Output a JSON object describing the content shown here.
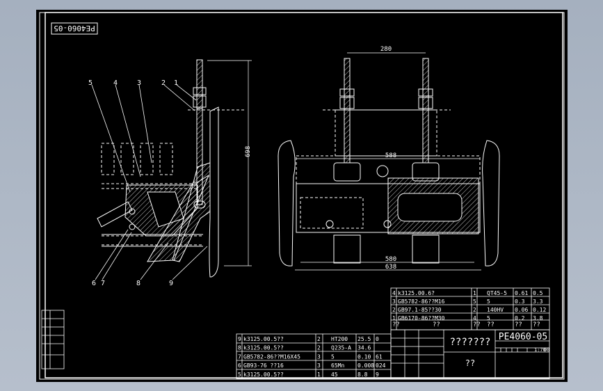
{
  "drawing": {
    "code_box": "PE4060-05",
    "title_code": "PE4060-05",
    "title_name": "???????",
    "sub_name": "??",
    "dims": {
      "d280": "280",
      "d588": "588",
      "d580": "580",
      "d638": "638",
      "d698": "698"
    },
    "balloons": [
      "5",
      "4",
      "3",
      "2",
      "1",
      "6",
      "7",
      "8",
      "9"
    ],
    "right_bom": [
      {
        "no": "4",
        "code": "k3125.00.6?",
        "qty": "1",
        "mat": "QT45-5",
        "w1": "0.61",
        "w2": "0.5"
      },
      {
        "no": "3",
        "code": "GB5782-86??M16",
        "qty": "5",
        "mat": "5",
        "w1": "0.3",
        "w2": "3.3"
      },
      {
        "no": "2",
        "code": "GB97.1-85??30",
        "qty": "2",
        "mat": "140HV",
        "w1": "0.06",
        "w2": "0.12"
      },
      {
        "no": "1",
        "code": "GB6170-86??M30",
        "qty": "4",
        "mat": "5",
        "w1": "0.2",
        "w2": "3.8"
      }
    ],
    "right_bom_header": [
      "??",
      "??",
      "??",
      "??",
      "??",
      "??"
    ],
    "left_bom": [
      {
        "no": "9",
        "code": "k3125.00.5??",
        "qty": "2",
        "mat": "HT200",
        "w1": "25.5",
        "w2": "0"
      },
      {
        "no": "8",
        "code": "k3125.00.5??",
        "qty": "2",
        "mat": "Q235-A",
        "w1": "34.6",
        "w2": ""
      },
      {
        "no": "7",
        "code": "GB5782-86??M16X45",
        "qty": "3",
        "mat": "5",
        "w1": "0.10",
        "w2": "61"
      },
      {
        "no": "6",
        "code": "GB93-76 ??16",
        "qty": "3",
        "mat": "65Mn",
        "w1": "0.008",
        "w2": "024"
      },
      {
        "no": "5",
        "code": "k3125.00.5??",
        "qty": "1",
        "mat": "45",
        "w1": "8.8",
        "w2": "9"
      }
    ],
    "scale": "1:70",
    "sheet": "00"
  }
}
